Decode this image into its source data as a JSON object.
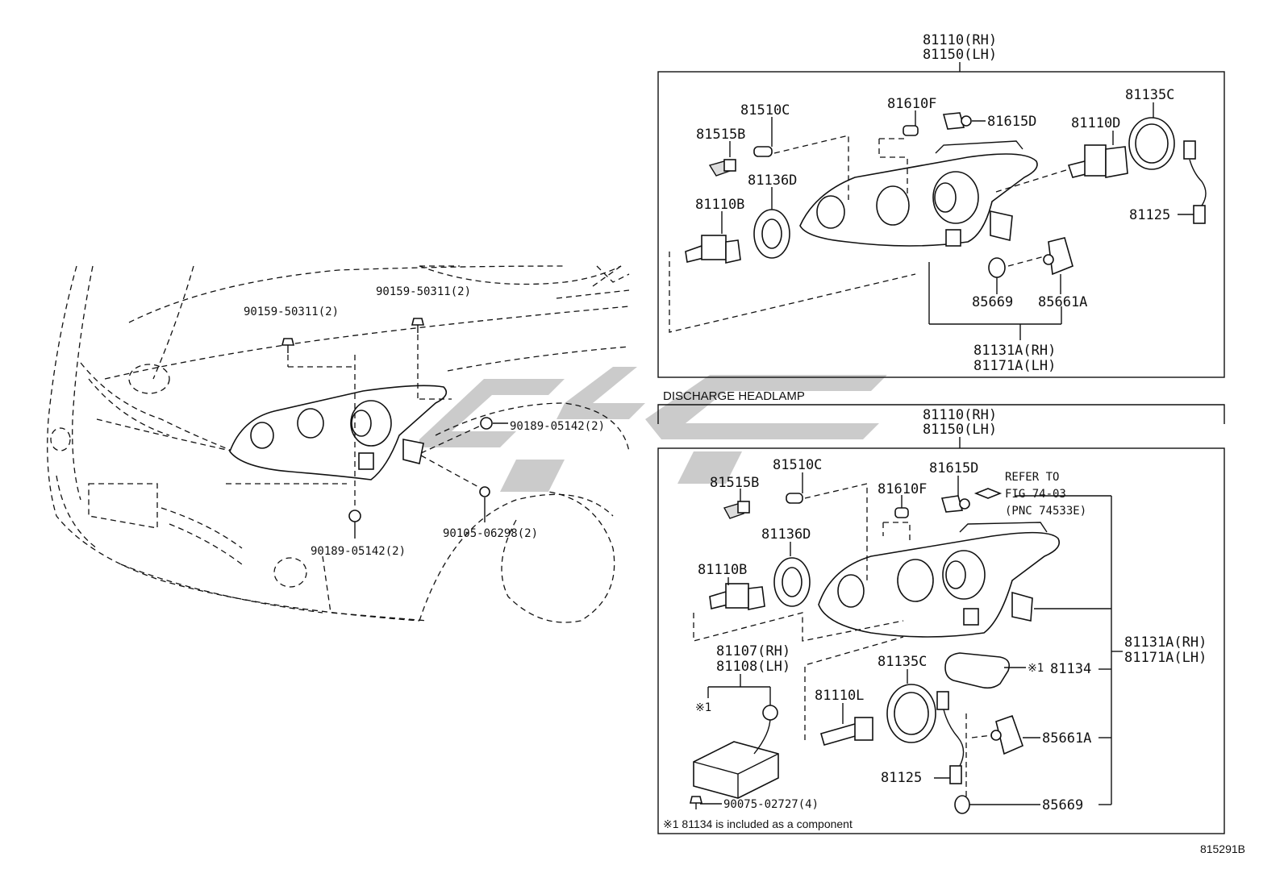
{
  "figure_code": "815291B",
  "left_panel": {
    "callouts": [
      "90159-50311(2)",
      "90159-50311(2)",
      "90189-05142(2)",
      "90105-06298(2)",
      "90189-05142(2)"
    ]
  },
  "top_panel": {
    "header": [
      "81110(RH)",
      "81150(LH)"
    ],
    "labels": {
      "p81510C": "81510C",
      "p81515B": "81515B",
      "p81136D": "81136D",
      "p81110B": "81110B",
      "p81610F": "81610F",
      "p81615D": "81615D",
      "p81110D": "81110D",
      "p81135C": "81135C",
      "p81125": "81125",
      "p85669": "85669",
      "p85661A": "85661A",
      "assy_rh": "81131A(RH)",
      "assy_lh": "81171A(LH)"
    }
  },
  "bottom_panel": {
    "section_title": "DISCHARGE HEADLAMP",
    "header": [
      "81110(RH)",
      "81150(LH)"
    ],
    "labels": {
      "p81510C": "81510C",
      "p81515B": "81515B",
      "p81615D": "81615D",
      "p81610F": "81610F",
      "p81136D": "81136D",
      "p81110B": "81110B",
      "ballast_rh": "81107(RH)",
      "ballast_lh": "81108(LH)",
      "p81135C": "81135C",
      "p81110L": "81110L",
      "p81125": "81125",
      "p81134": "81134",
      "p85661A": "85661A",
      "p85669": "85669",
      "p90075": "90075-02727(4)",
      "assy_rh": "81131A(RH)",
      "assy_lh": "81171A(LH)",
      "mark1": "※1",
      "mark1b": "※1"
    },
    "refer": [
      "REFER TO",
      "FIG 74-03",
      "(PNC 74533E)"
    ],
    "footnote": "※1 81134 is included as a component"
  }
}
